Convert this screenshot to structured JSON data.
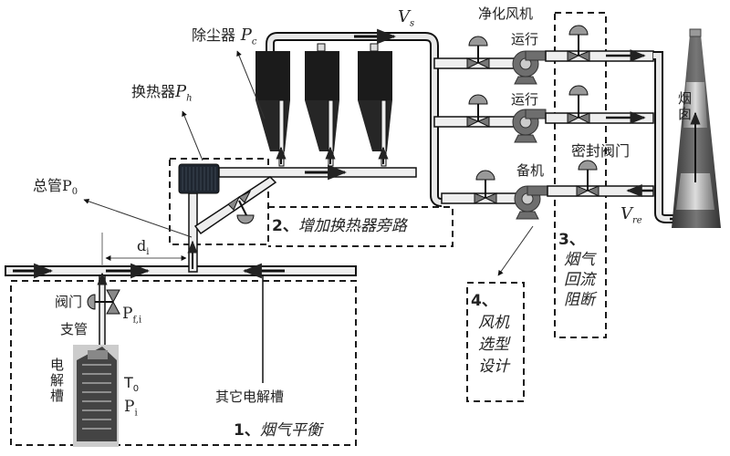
{
  "diagram": {
    "title": "Flue gas treatment system schematic",
    "labels": {
      "dust_collector": "除尘器",
      "dust_collector_var": "P",
      "dust_collector_sub": "c",
      "heat_exchanger": "换热器",
      "heat_exchanger_var": "P",
      "heat_exchanger_sub": "h",
      "main_pipe": "总管",
      "main_pipe_var": "P",
      "main_pipe_sub": "0",
      "distance": "d",
      "distance_sub": "i",
      "valve": "阀门",
      "branch_pipe": "支管",
      "branch_pressure_var": "P",
      "branch_pressure_sub": "f,i",
      "electrolytic_cell": "电解槽",
      "temp_var": "T",
      "temp_sub": "0",
      "cell_pressure_var": "P",
      "cell_pressure_sub": "i",
      "other_cells": "其它电解槽",
      "velocity_s": "V",
      "velocity_s_sub": "s",
      "velocity_re": "V",
      "velocity_re_sub": "re",
      "purify_fan": "净化风机",
      "running_1": "运行",
      "running_2": "运行",
      "standby": "备机",
      "seal_valve": "密封阀门",
      "chimney": "烟囱"
    },
    "boxes": [
      {
        "num": "1、",
        "text": "烟气平衡"
      },
      {
        "num": "2、",
        "text": "增加换热器旁路"
      },
      {
        "num": "3、",
        "text": "烟气回流阻断"
      },
      {
        "num": "4、",
        "text": "风机选型设计"
      }
    ],
    "colors": {
      "pipe_outline": "#1a1a1a",
      "pipe_fill": "#e6e6e6",
      "equipment_dark": "#222222",
      "fan_gray": "#6e6e6e",
      "dash": "#1a1a1a"
    }
  }
}
